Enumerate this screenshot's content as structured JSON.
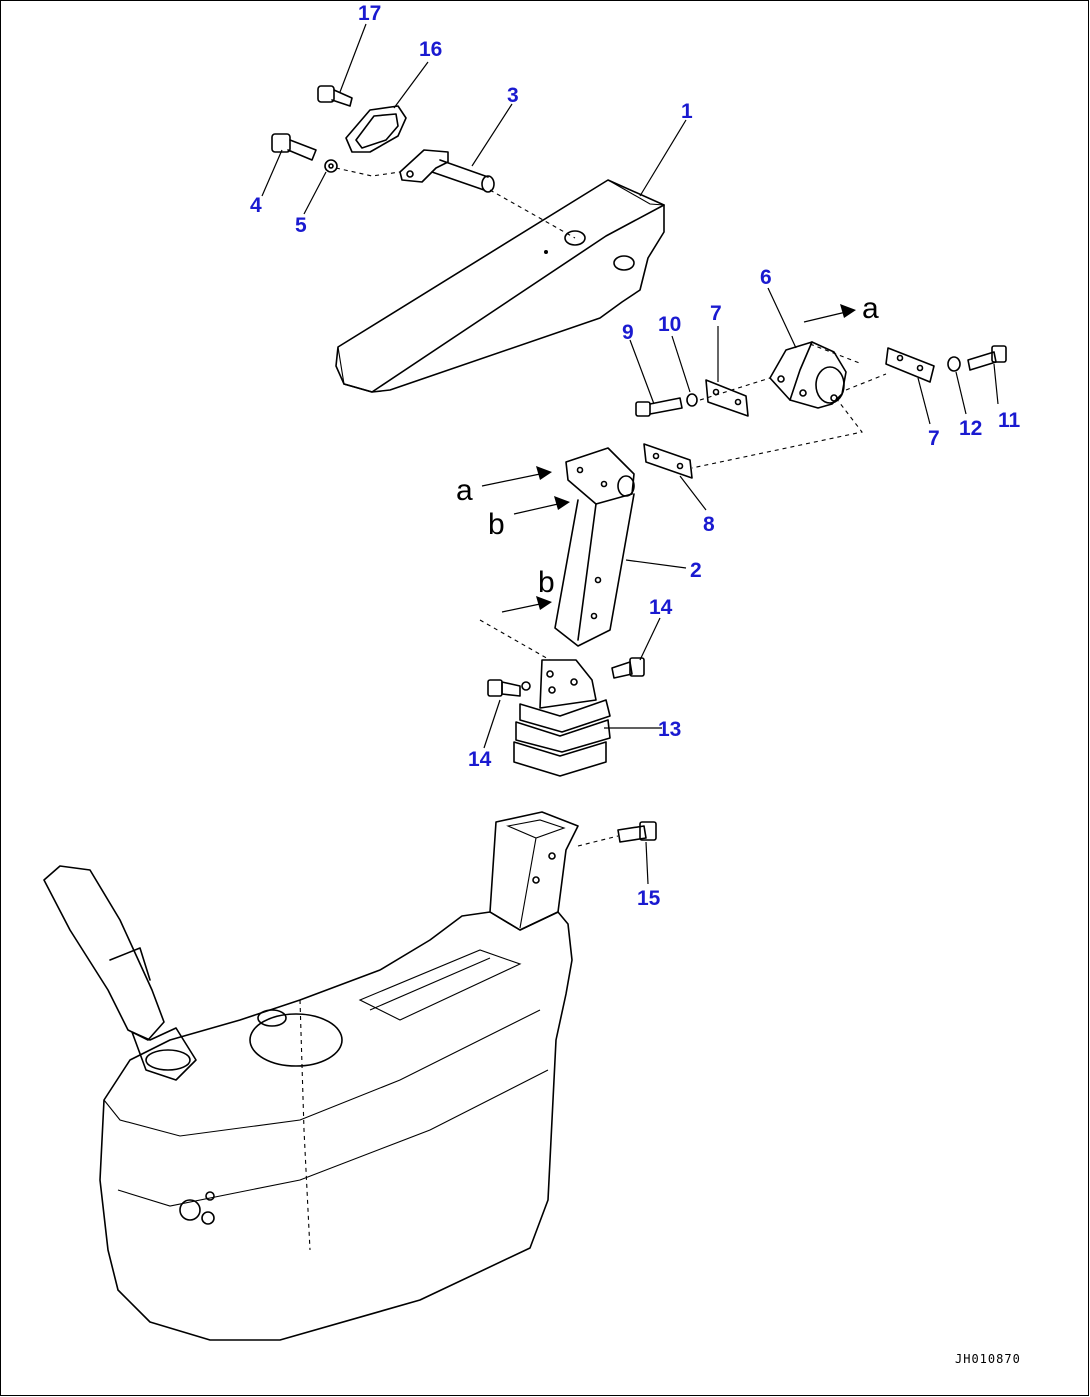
{
  "drawing_code": "JH010870",
  "callouts": {
    "c1": "1",
    "c2": "2",
    "c3": "3",
    "c4": "4",
    "c5": "5",
    "c6": "6",
    "c7a": "7",
    "c7b": "7",
    "c8": "8",
    "c9": "9",
    "c10": "10",
    "c11": "11",
    "c12": "12",
    "c13": "13",
    "c14a": "14",
    "c14b": "14",
    "c15": "15",
    "c16": "16",
    "c17": "17"
  },
  "view_marks": {
    "a_right": "a",
    "a_left": "a",
    "b_upper": "b",
    "b_lower": "b"
  },
  "colors": {
    "callout": "#1a1ad0",
    "line": "#000000"
  }
}
